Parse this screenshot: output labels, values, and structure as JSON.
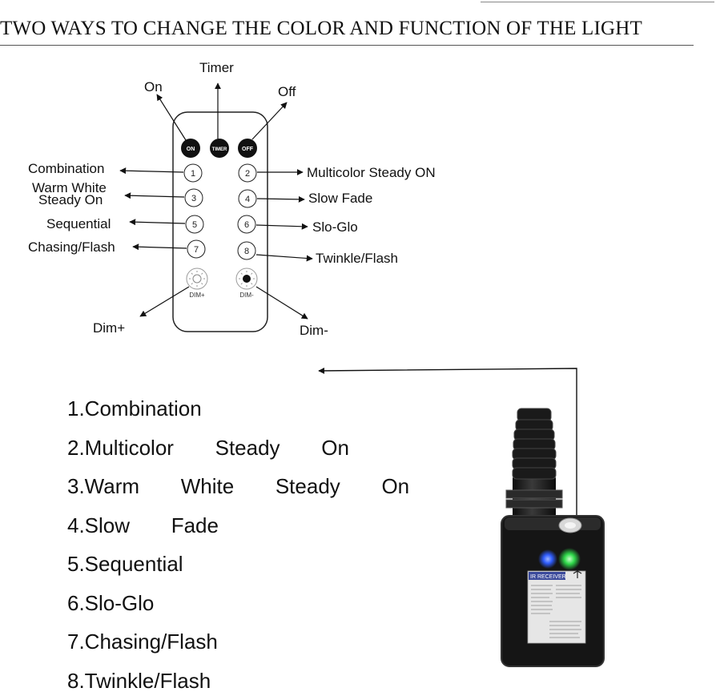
{
  "title": "TWO WAYS TO CHANGE THE COLOR AND FUNCTION OF THE LIGHT",
  "remote": {
    "top_buttons": [
      {
        "key": "on",
        "face": "ON",
        "callout": "On"
      },
      {
        "key": "timer",
        "face": "TIMER",
        "callout": "Timer"
      },
      {
        "key": "off",
        "face": "OFF",
        "callout": "Off"
      }
    ],
    "number_buttons": [
      "1",
      "2",
      "3",
      "4",
      "5",
      "6",
      "7",
      "8"
    ],
    "callouts": {
      "b1": "Combination",
      "b2": "Multicolor   Steady   ON",
      "b3_line1": "Warm   White",
      "b3_line2": "Steady   On",
      "b4": "Slow   Fade",
      "b5": "Sequential",
      "b6": "Slo-Glo",
      "b7": "Chasing/Flash",
      "b8": "Twinkle/Flash"
    },
    "dim_buttons": [
      {
        "key": "dim_plus",
        "face": "DIM+",
        "callout": "Dim+"
      },
      {
        "key": "dim_minus",
        "face": "DIM-",
        "callout": "Dim-"
      }
    ]
  },
  "modes": [
    "1.Combination",
    "2.Multicolor   Steady   On",
    "3.Warm   White   Steady   On",
    "4.Slow   Fade",
    "5.Sequential",
    "6.Slo-Glo",
    "7.Chasing/Flash",
    "8.Twinkle/Flash"
  ],
  "receiver": {
    "label_header": "IR RECEIVER",
    "led_colors": {
      "blue": "#2f5dff",
      "green": "#2fd84a"
    }
  },
  "colors": {
    "text": "#111111",
    "background": "#ffffff",
    "button_dark": "#111111"
  }
}
